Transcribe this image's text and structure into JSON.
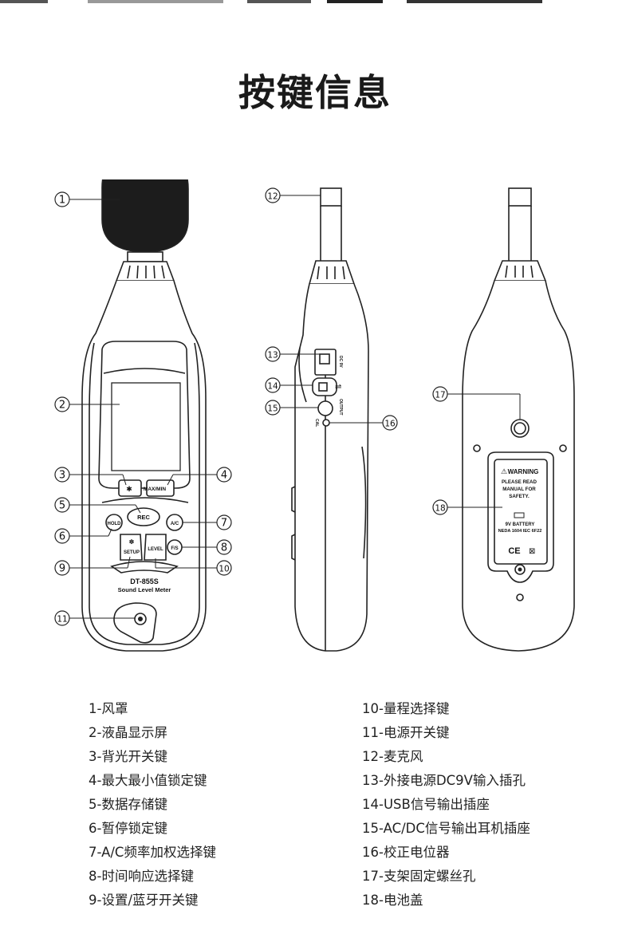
{
  "title": "按键信息",
  "callouts": [
    "1",
    "2",
    "3",
    "4",
    "5",
    "6",
    "7",
    "8",
    "9",
    "10",
    "11",
    "12",
    "13",
    "14",
    "15",
    "16",
    "17",
    "18"
  ],
  "device": {
    "model": "DT-855S",
    "subtitle": "Sound Level Meter",
    "buttons": {
      "rec": "REC",
      "hold": "HOLD",
      "ac": "A/C",
      "fs": "F/S",
      "setup": "SETUP",
      "level": "LEVEL",
      "maxmin": "MAX/MIN"
    },
    "side_labels": {
      "dc": "DC 9V",
      "output": "OUTPUT",
      "cal": "CAL"
    },
    "back_label": {
      "warning": "WARNING",
      "line1": "PLEASE READ",
      "line2": "MANUAL FOR",
      "line3": "SAFETY.",
      "battery": "9V BATTERY",
      "neda": "NEDA 1604 IEC 6F22",
      "ce": "CE"
    }
  },
  "legend_left": [
    "1-风罩",
    "2-液晶显示屏",
    "3-背光开关键",
    "4-最大最小值锁定键",
    "5-数据存储键",
    "6-暂停锁定键",
    "7-A/C频率加权选择键",
    "8-时间响应选择键",
    "9-设置/蓝牙开关键"
  ],
  "legend_right": [
    "10-量程选择键",
    "11-电源开关键",
    "12-麦克风",
    "13-外接电源DC9V输入插孔",
    "14-USB信号输出插座",
    "15-AC/DC信号输出耳机插座",
    "16-校正电位器",
    "17-支架固定螺丝孔",
    "18-电池盖"
  ]
}
